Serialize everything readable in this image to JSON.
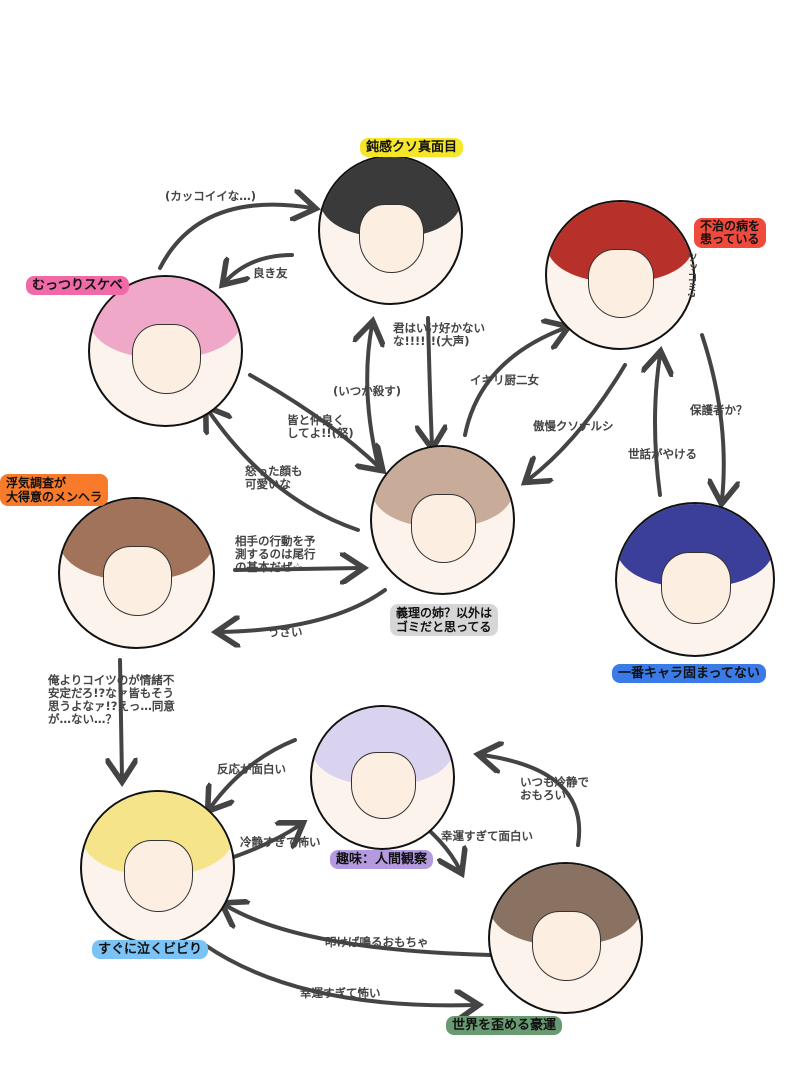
{
  "characters": [
    {
      "id": "glasses",
      "label": "鈍感クソ真面目",
      "color": "#f5e62a",
      "hair": "#3a3a3a"
    },
    {
      "id": "red",
      "label": "不治の病を\n患っている",
      "color": "#f04a3c",
      "hair": "#b8302a",
      "aside": "ツッコミ?"
    },
    {
      "id": "pink",
      "label": "むっつりスケベ",
      "color": "#f06aa8",
      "hair": "#f0a8c8"
    },
    {
      "id": "center",
      "label": "義理の姉？以外は\nゴミだと思ってる",
      "color": "#cfcfcf",
      "hair": "#c8ab98"
    },
    {
      "id": "cap",
      "label": "浮気調査が\n大得意のメンヘラ",
      "color": "#f77b2a",
      "hair": "#a0735a"
    },
    {
      "id": "blue",
      "label": "一番キャラ固まってない",
      "color": "#3a7be8",
      "hair": "#3b3f9a"
    },
    {
      "id": "lavender",
      "label": "趣味：人間観察",
      "color": "#b49be0",
      "hair": "#d9d3f0"
    },
    {
      "id": "blonde",
      "label": "すぐに泣くビビり",
      "color": "#7cc3f5",
      "hair": "#f6e48a"
    },
    {
      "id": "brownshort",
      "label": "世界を歪める豪運",
      "color": "#6a9a72",
      "hair": "#8a7262"
    }
  ],
  "relations": [
    {
      "text": "(カッコイイな…)"
    },
    {
      "text": "良き友"
    },
    {
      "text": "君はいけ好かない\nな!!!!!!(大声)"
    },
    {
      "text": "(いつか殺す)"
    },
    {
      "text": "イキリ厨二女"
    },
    {
      "text": "傲慢クソナルシ"
    },
    {
      "text": "保護者か？"
    },
    {
      "text": "世話がやける"
    },
    {
      "text": "皆と仲良く\nしてよ!!(怒)"
    },
    {
      "text": "怒った顔も\n可愛いな"
    },
    {
      "text": "相手の行動を予\n測するのは尾行\nの基本だぜ☆"
    },
    {
      "text": "うざい"
    },
    {
      "text": "俺よりコイツのが情緒不\n安定だろ!?なァ皆もそう\n思うよなァ!?えっ…同意\nが…ない…？"
    },
    {
      "text": "反応が面白い"
    },
    {
      "text": "冷静すぎて怖い"
    },
    {
      "text": "いつも冷静で\nおもろい"
    },
    {
      "text": "幸運すぎて面白い"
    },
    {
      "text": "叩けば鳴るおもちゃ"
    },
    {
      "text": "幸運すぎて怖い"
    }
  ]
}
